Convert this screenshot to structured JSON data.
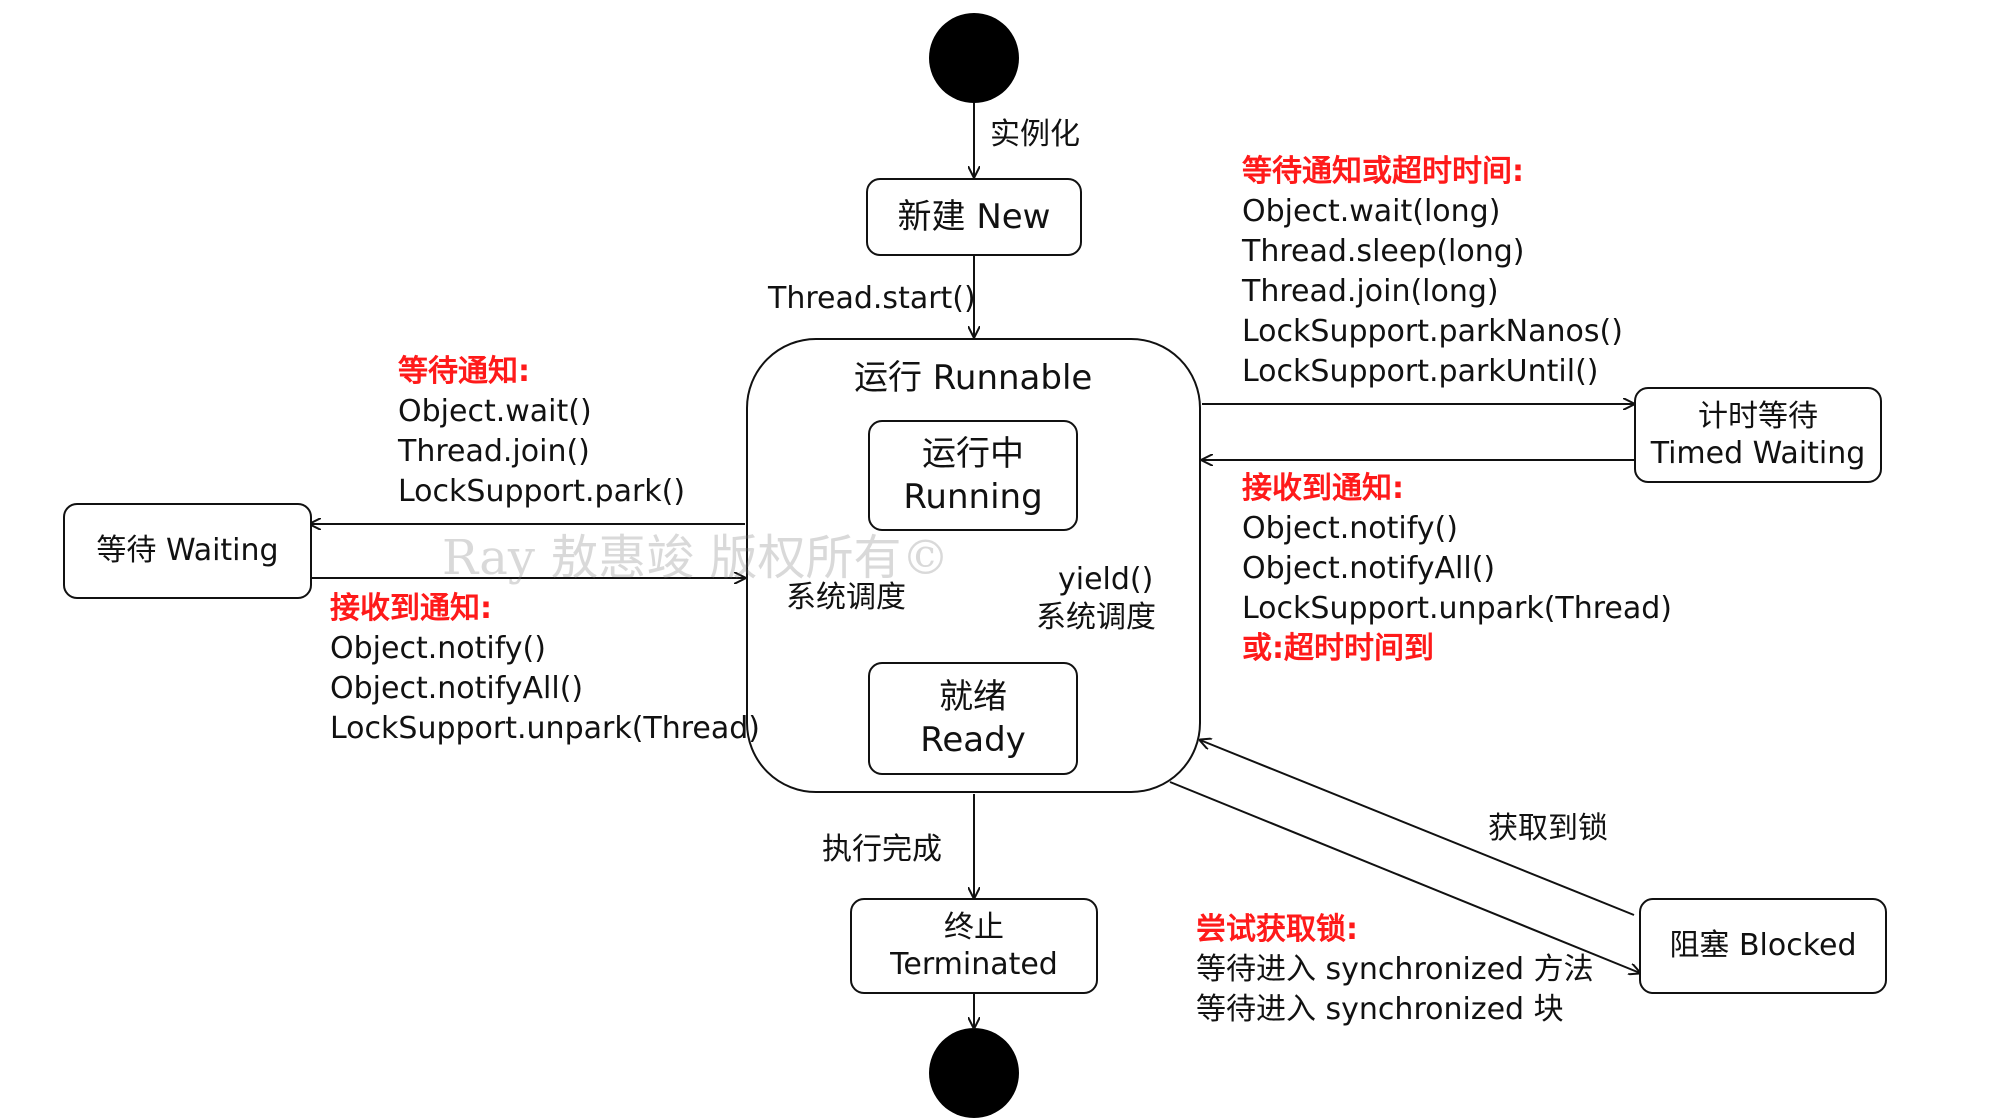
{
  "states": {
    "new_label": "新建 New",
    "runnable_title": "运行 Runnable",
    "running_line1": "运行中",
    "running_line2": "Running",
    "ready_line1": "就绪",
    "ready_line2": "Ready",
    "waiting_label": "等待 Waiting",
    "timed_line1": "计时等待",
    "timed_line2": "Timed Waiting",
    "blocked_label": "阻塞 Blocked",
    "terminated_line1": "终止",
    "terminated_line2": "Terminated"
  },
  "transitions": {
    "instantiate": "实例化",
    "start": "Thread.start()",
    "sched_down": "系统调度",
    "yield_line1": "yield()",
    "yield_line2": "系统调度",
    "finish": "执行完成",
    "acquired_lock": "获取到锁"
  },
  "waiting_in": {
    "title": "等待通知:",
    "items": [
      "Object.wait()",
      "Thread.join()",
      "LockSupport.park()"
    ]
  },
  "waiting_out": {
    "title": "接收到通知:",
    "items": [
      "Object.notify()",
      "Object.notifyAll()",
      "LockSupport.unpark(Thread)"
    ]
  },
  "timed_in": {
    "title": "等待通知或超时时间:",
    "items": [
      "Object.wait(long)",
      "Thread.sleep(long)",
      "Thread.join(long)",
      "LockSupport.parkNanos()",
      "LockSupport.parkUntil()"
    ]
  },
  "timed_out": {
    "title": "接收到通知:",
    "items": [
      "Object.notify()",
      "Object.notifyAll()",
      "LockSupport.unpark(Thread)"
    ],
    "extra": "或:超时时间到"
  },
  "blocked_in": {
    "title": "尝试获取锁:",
    "items": [
      "等待进入 synchronized 方法",
      "等待进入 synchronized 块"
    ]
  },
  "watermark": "Ray 敖惠竣 版权所有©",
  "colors": {
    "stroke": "#111111",
    "highlight": "#ff1a1a",
    "watermark": "#b0b0b0"
  }
}
